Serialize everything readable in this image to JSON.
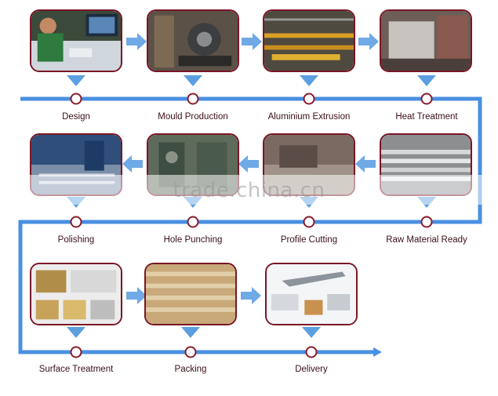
{
  "steps": [
    {
      "id": "design",
      "label": "Design"
    },
    {
      "id": "mould",
      "label": "Mould Production"
    },
    {
      "id": "extrusion",
      "label": "Aluminium Extrusion"
    },
    {
      "id": "heat",
      "label": "Heat Treatment"
    },
    {
      "id": "polishing",
      "label": "Polishing"
    },
    {
      "id": "punching",
      "label": "Hole Punching"
    },
    {
      "id": "cutting",
      "label": "Profile Cutting"
    },
    {
      "id": "raw",
      "label": "Raw Material Ready"
    },
    {
      "id": "surface",
      "label": "Surface Treatment"
    },
    {
      "id": "packing",
      "label": "Packing"
    },
    {
      "id": "delivery",
      "label": "Delivery"
    }
  ],
  "watermark": "trade.china.cn",
  "colors": {
    "line": "#4a90e2",
    "node_ring": "#8a1c2c",
    "frame": "#7a1626",
    "arrow": "#5b9fe0"
  }
}
